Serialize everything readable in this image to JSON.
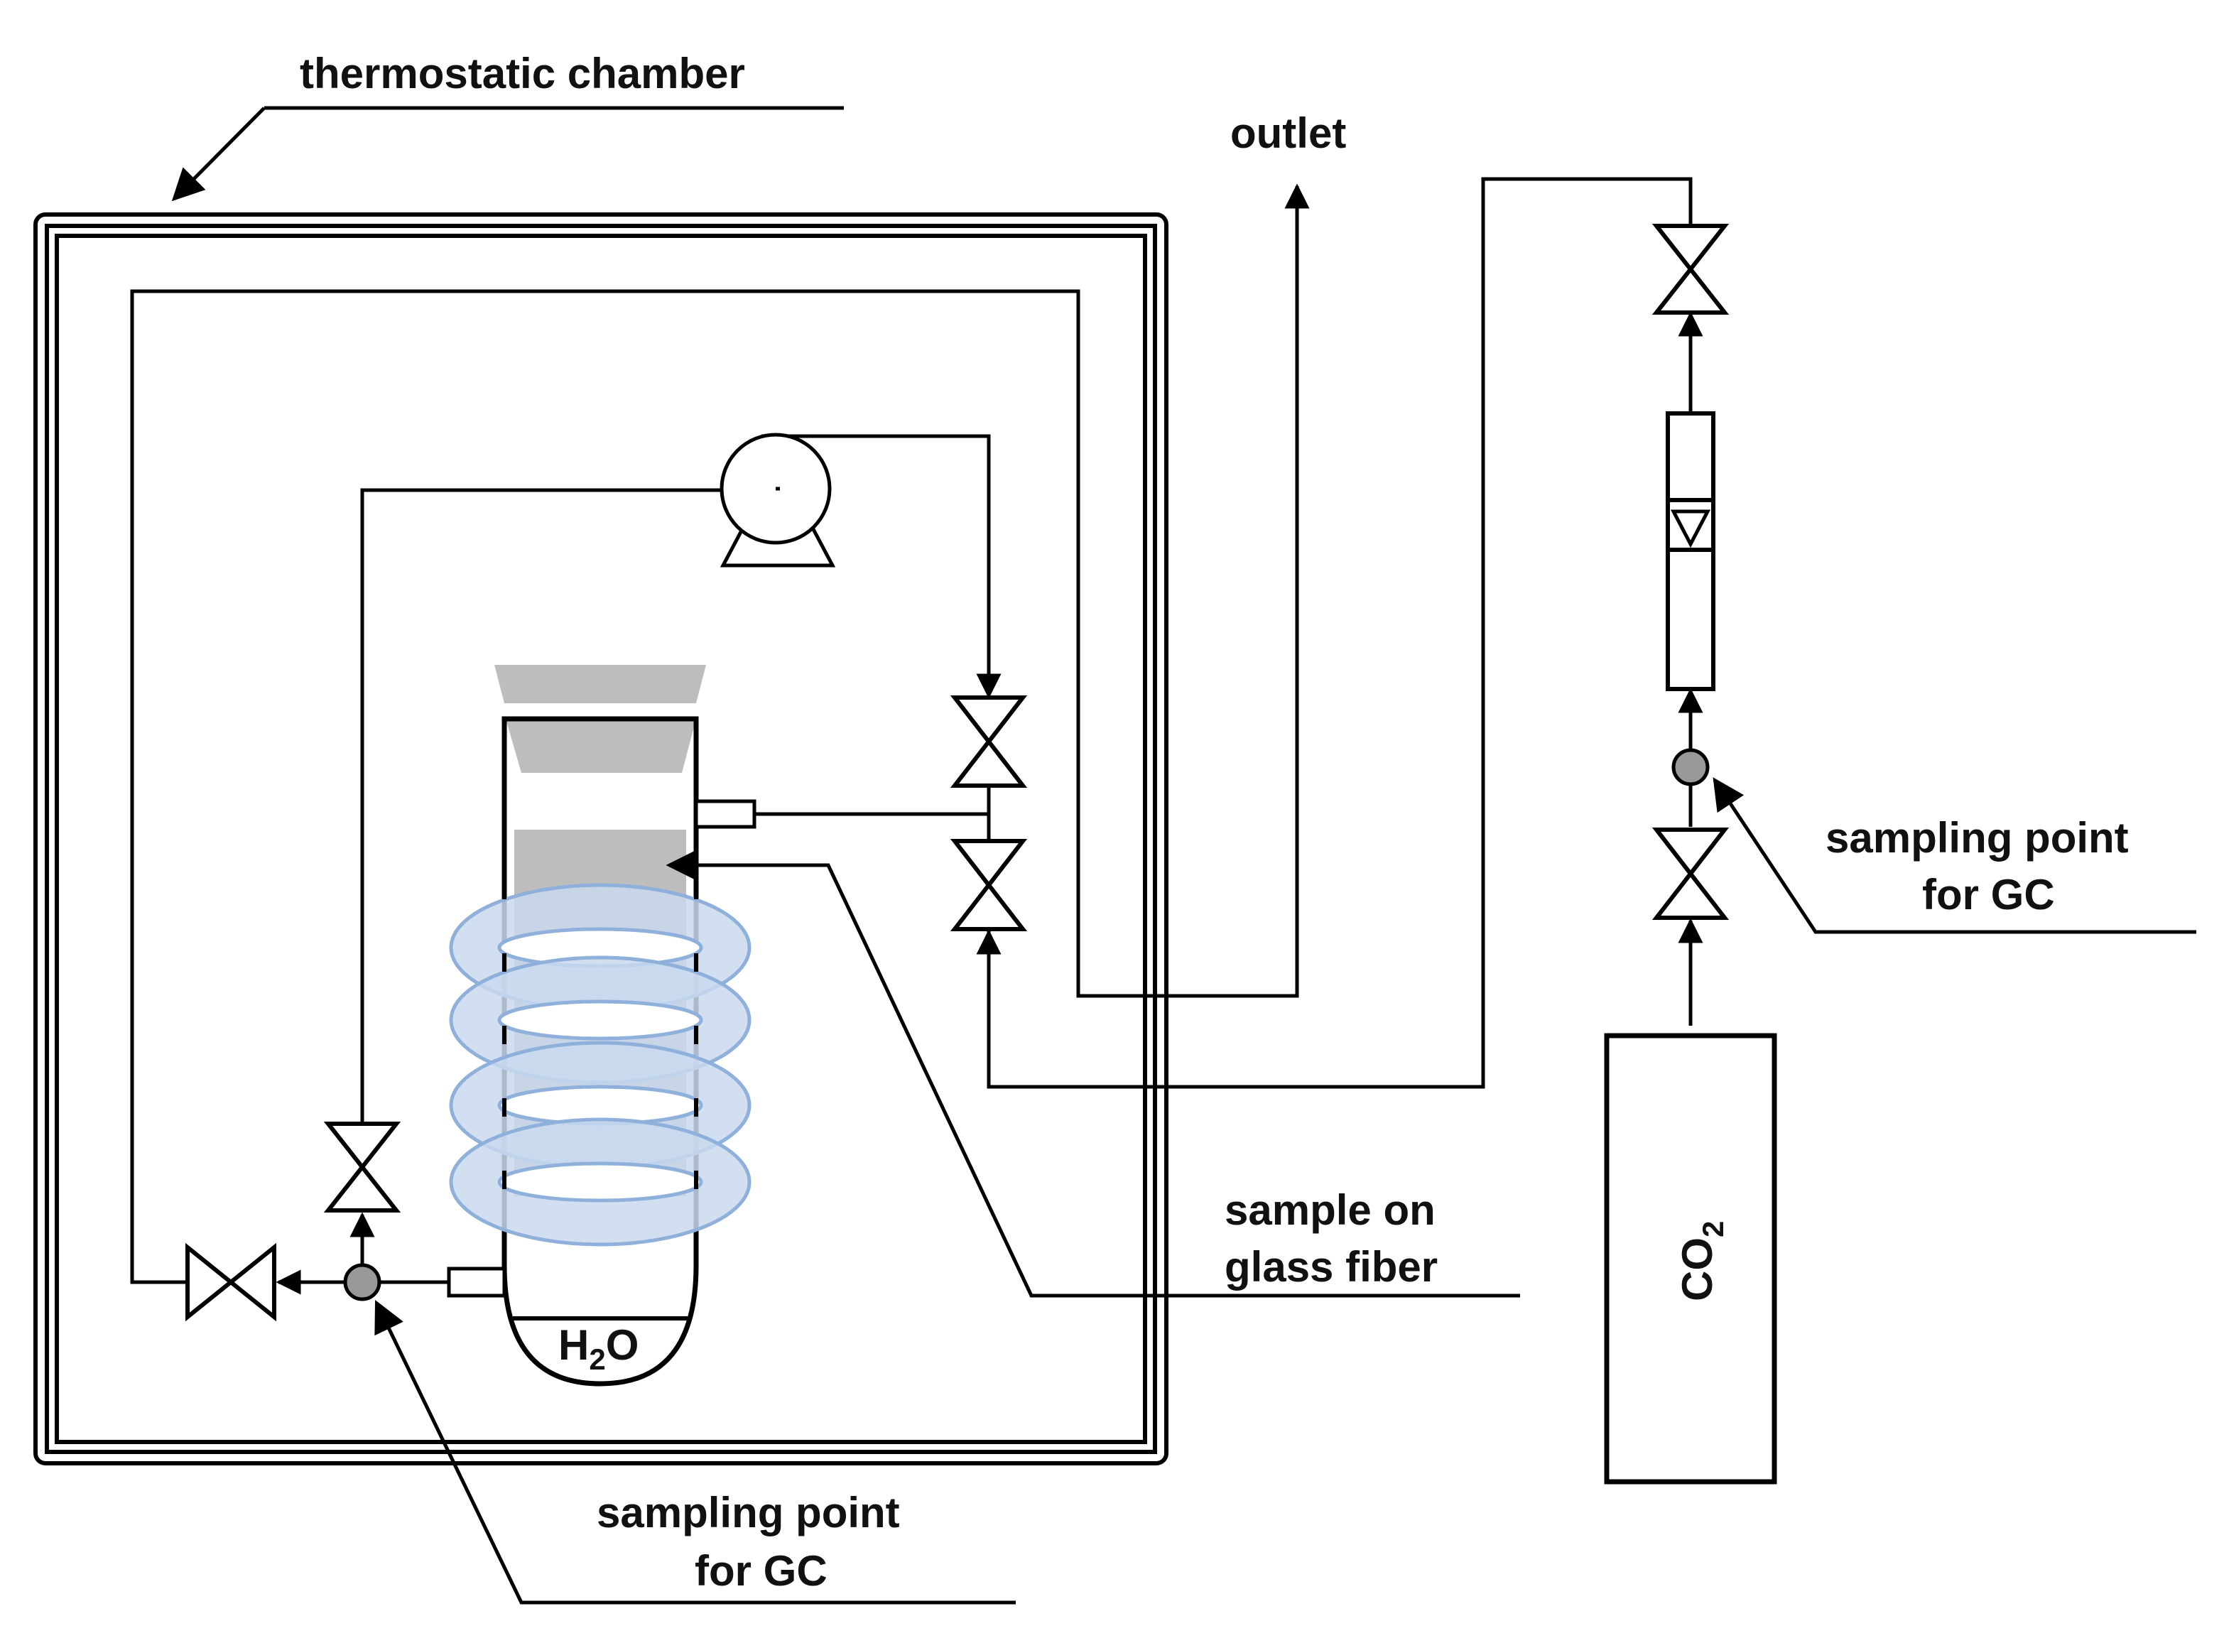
{
  "labels": {
    "thermostatic_chamber": "thermostatic chamber",
    "outlet": "outlet",
    "sampling_point_right": [
      "sampling point",
      "for GC"
    ],
    "sampling_point_left": [
      "sampling point",
      "for GC"
    ],
    "sample_on_glass_fiber": [
      "sample on",
      "glass fiber"
    ],
    "water": {
      "main": "H",
      "sub": "2",
      "tail": "O"
    },
    "co2": {
      "main": "CO",
      "sub": "2"
    }
  },
  "colors": {
    "line": "#000000",
    "gray_fill": "#bdbdbd",
    "sampling_point_fill": "#999999",
    "coil_fill": "#c9d9ef",
    "coil_stroke": "#8fb0da"
  },
  "components": {
    "valves": [
      "valve-recirc",
      "valve-inlet",
      "valve-co2-upper",
      "valve-co2-lower",
      "valve-bottom-vertical",
      "valve-bottom-horizontal"
    ],
    "pump": "circulation-pump",
    "flowmeter": "rotameter",
    "cylinder": "co2-cylinder",
    "vessel": "reaction-vessel"
  }
}
